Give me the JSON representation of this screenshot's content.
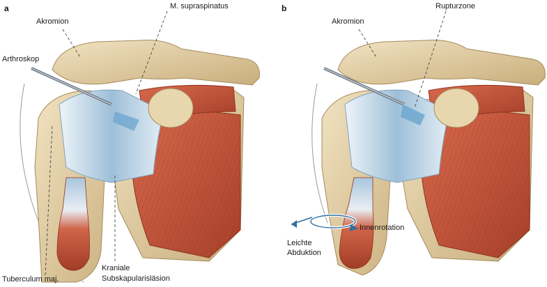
{
  "panels": [
    {
      "letter": "a",
      "labels": {
        "akromion": "Akromion",
        "supraspinatus": "M. supraspinatus",
        "arthroskop": "Arthroskop",
        "tuberculum": "Tuberculum maj.",
        "kraniale": "Kraniale",
        "subskapular": "Subskapularisläsion"
      }
    },
    {
      "letter": "b",
      "labels": {
        "akromion": "Akromion",
        "rupturzone": "Rupturzone",
        "innenrotation": "Innenrotation",
        "leichte": "Leichte",
        "abduktion": "Abduktion"
      }
    }
  ],
  "colors": {
    "bone": "#e6d3aa",
    "bone_shadow": "#c9ae7c",
    "muscle": "#c8553a",
    "muscle_dark": "#9a3a24",
    "tendon": "#a9c6dd",
    "tendon_light": "#e8f1f7",
    "cartilage": "#f3ead6"
  },
  "icons": [
    "arthroscope-instrument",
    "rotation-arrow"
  ]
}
